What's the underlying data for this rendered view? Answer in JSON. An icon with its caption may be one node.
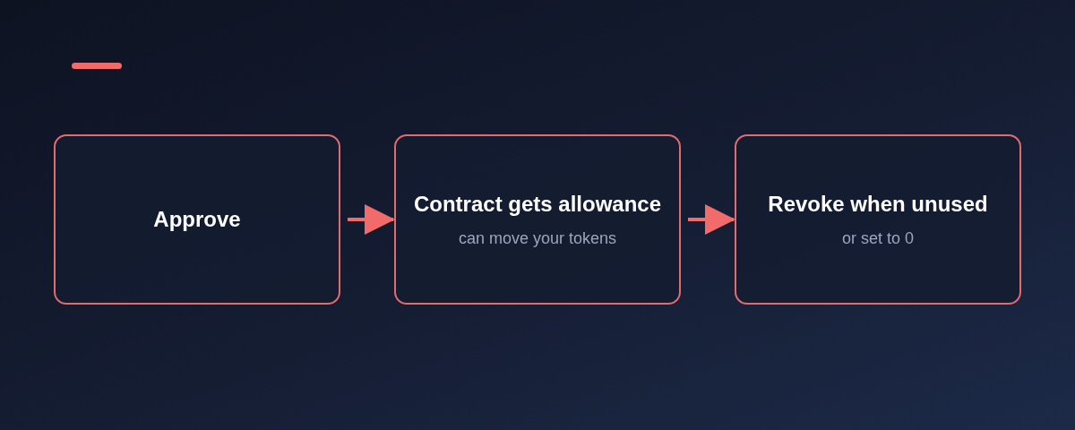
{
  "diagram": {
    "nodes": [
      {
        "text": [
          "Approve"
        ]
      },
      {
        "text": [
          "Contract gets allowance",
          "can move your tokens"
        ]
      },
      {
        "text": [
          "Revoke when unused",
          "or set to 0"
        ]
      }
    ],
    "edges": [
      {
        "from": 0,
        "to": 1,
        "arrow": "to"
      },
      {
        "from": 1,
        "to": 2,
        "arrow": "to"
      }
    ]
  }
}
